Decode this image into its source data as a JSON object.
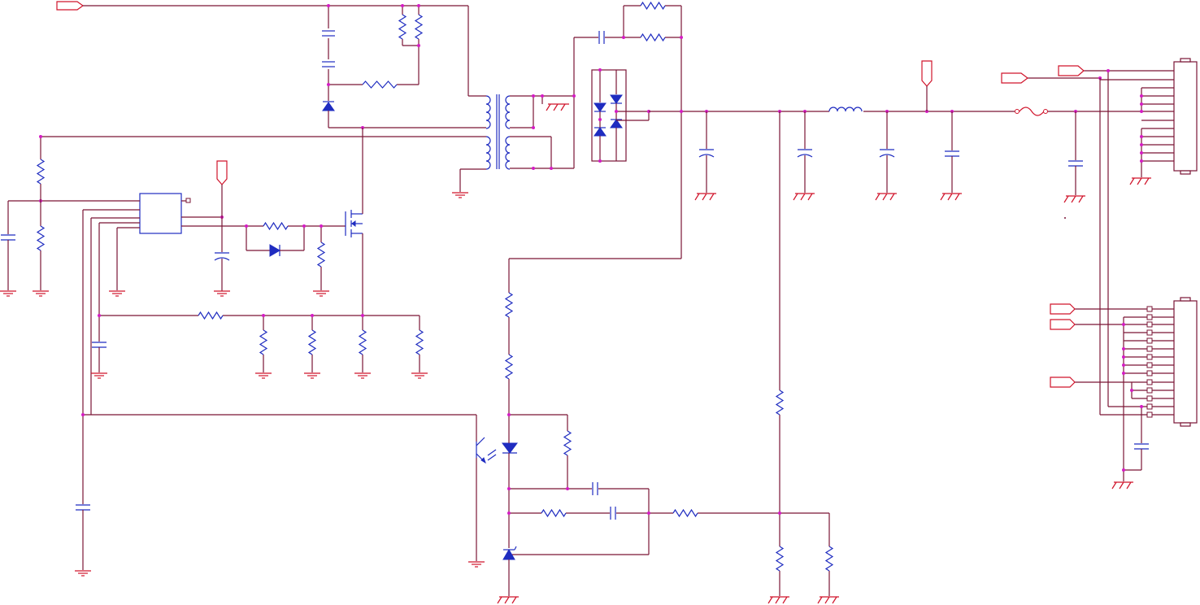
{
  "diagram": {
    "colors": {
      "wire": "#7a1535",
      "component": "#1f2cc0",
      "ground_and_ports": "#d0142b",
      "junction": "#d41cc4"
    },
    "components": [
      "input-port",
      "output-port",
      "resistor",
      "capacitor",
      "polarized-capacitor",
      "diode",
      "zener-diode",
      "bridge-rectifier",
      "transformer",
      "inductor",
      "fuse",
      "mosfet",
      "controller-ic",
      "optocoupler",
      "connector-header",
      "ground-symbol"
    ]
  }
}
